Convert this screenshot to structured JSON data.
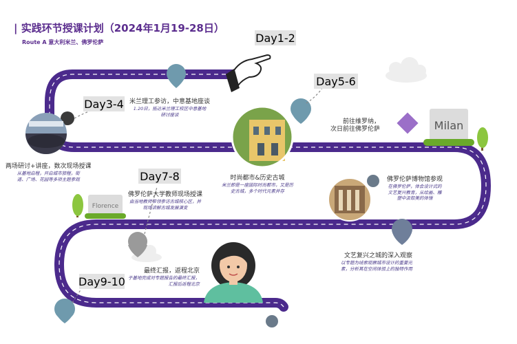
{
  "header": {
    "title": "| 实践环节授课计划（2024年1月19-28日）",
    "subtitle": "Route A 意大利米兰、佛罗伦萨"
  },
  "days": [
    "Day1-2",
    "Day3-4",
    "Day5-6",
    "Day7-8",
    "Day9-10"
  ],
  "cities": [
    "Milan",
    "Florence"
  ],
  "events": {
    "milan_intro": {
      "title": "米兰理工参访，中意基地座谈",
      "desc": [
        "1.20日，抵达米兰理工校区中意基地",
        "研讨座谈"
      ]
    },
    "seminar": {
      "title": "两场研讨+讲座，数次现场授课",
      "desc": [
        "从基地启程，开启城市旅程，街",
        "道、广场、花园等多项主题参观"
      ]
    },
    "fashion": {
      "title": "时尚都市&历史古城",
      "desc": [
        "米兰即是一座国际时尚都市，又是历",
        "史古城，多个时代元素并存"
      ]
    },
    "verona": {
      "lines": [
        "前往维罗纳，",
        "次日前往佛罗伦萨"
      ]
    },
    "museum": {
      "title": "佛罗伦萨博物馆参观",
      "desc": [
        "在佛罗伦萨，体会设计式的",
        "文艺复兴教育，从绘画、雕",
        "塑中汲取美的体悟"
      ]
    },
    "florence_teach": {
      "title": "佛罗伦萨大学教师现场授课",
      "desc": [
        "由当地教师带领参访古城核心区，并",
        "现场讲解古城发展演变"
      ]
    },
    "renaissance": {
      "title": "文艺复兴之城的深入观察",
      "desc": [
        "以专题为线索观察城市设计的重要元",
        "素，分析其在空间体验上的独特作用"
      ]
    },
    "final": {
      "title": "最终汇报，返程北京",
      "desc": [
        "于基地完成对专题报告的最终汇报，",
        "汇报后返程北京"
      ]
    }
  },
  "colors": {
    "road": "#4b2a8c",
    "title": "#5b2d8e",
    "desc": "#4a3a8a",
    "pin_teal": "#6f9aad",
    "pin_slate": "#6f7f9a",
    "pin_gray": "#9a9a9a",
    "pin_purple": "#9b6fc8"
  }
}
